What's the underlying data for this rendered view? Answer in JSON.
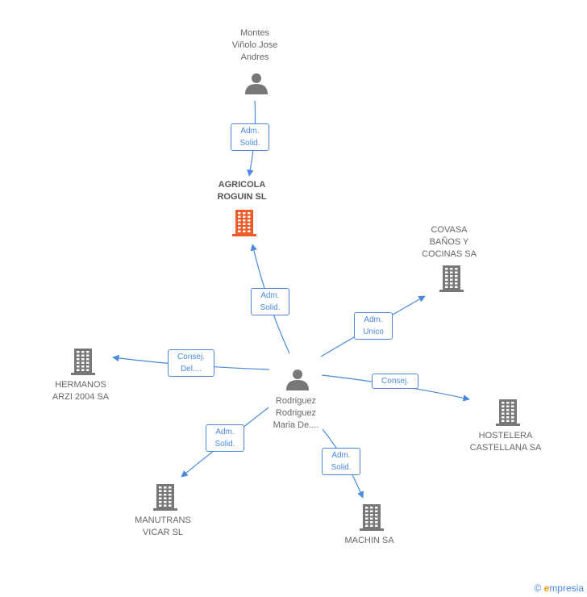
{
  "nodes": {
    "montes": {
      "label": "Montes\nViñolo Jose\nAndres",
      "type": "person"
    },
    "agricola": {
      "label": "AGRICOLA\nROGUIN  SL",
      "type": "company-focus"
    },
    "covasa": {
      "label": "COVASA\nBAÑOS Y\nCOCINAS SA",
      "type": "company"
    },
    "hermanos": {
      "label": "HERMANOS\nARZI 2004 SA",
      "type": "company"
    },
    "rodriguez": {
      "label": "Rodriguez\nRodriguez\nMaria De....",
      "type": "person"
    },
    "hostelera": {
      "label": "HOSTELERA\nCASTELLANA SA",
      "type": "company"
    },
    "manutrans": {
      "label": "MANUTRANS\nVICAR SL",
      "type": "company"
    },
    "machin": {
      "label": "MACHIN SA",
      "type": "company"
    }
  },
  "edges": [
    {
      "from": "montes",
      "to": "agricola",
      "label": "Adm.\nSolid."
    },
    {
      "from": "rodriguez",
      "to": "agricola",
      "label": "Adm.\nSolid."
    },
    {
      "from": "rodriguez",
      "to": "covasa",
      "label": "Adm.\nUnico"
    },
    {
      "from": "rodriguez",
      "to": "hermanos",
      "label": "Consej.\nDel...."
    },
    {
      "from": "rodriguez",
      "to": "hostelera",
      "label": "Consej."
    },
    {
      "from": "rodriguez",
      "to": "manutrans",
      "label": "Adm.\nSolid."
    },
    {
      "from": "rodriguez",
      "to": "machin",
      "label": "Adm.\nSolid."
    }
  ],
  "colors": {
    "edge": "#4a89dc",
    "icon": "#777777",
    "focus": "#f05a28"
  },
  "footer": {
    "copyright": "©",
    "brand_e": "e",
    "brand_rest": "mpresia"
  }
}
